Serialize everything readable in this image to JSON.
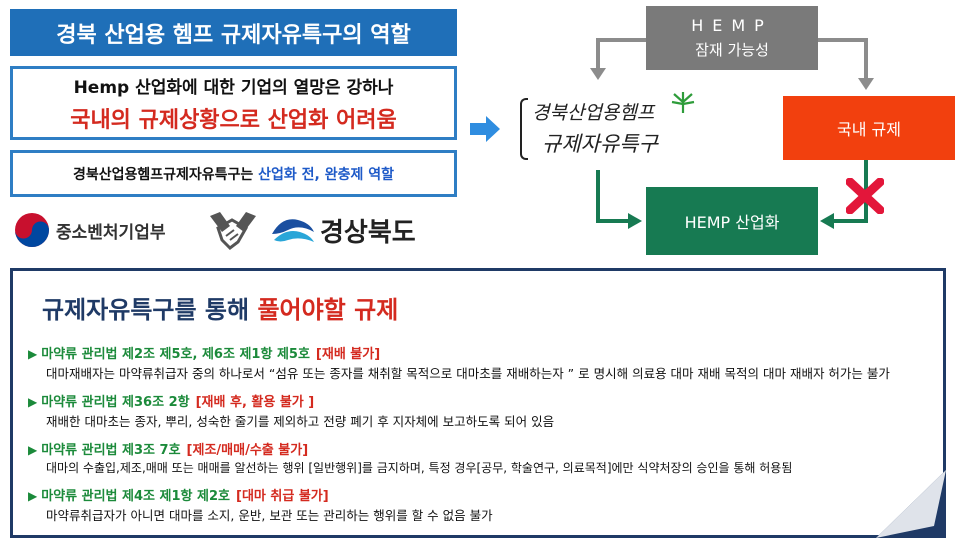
{
  "title": "경북 산업용 헴프 규제자유특구의 역할",
  "box1": {
    "line1": "Hemp 산업화에 대한 기업의 열망은 강하나",
    "line2": "국내의 규제상황으로 산업화 어려움"
  },
  "box2": {
    "prefix": "경북산업용헴프규제자유특구는 ",
    "highlight": "산업화 전, 완충제 역할"
  },
  "logos": {
    "ministry": "중소벤처기업부",
    "province": "경상북도"
  },
  "diagram": {
    "hemp_top_line1": "HEMP",
    "hemp_top_line2": "잠재 가능성",
    "zone_logo_line1": "경북산업용헴프",
    "zone_logo_line2": "규제자유특구",
    "domestic_reg": "국내 규제",
    "hemp_industrialization": "HEMP 산업화"
  },
  "regulations": {
    "heading_part1": "규제자유특구를 통해 ",
    "heading_part2": "풀어야할 규제",
    "items": [
      {
        "law": "마약류 관리법 제2조 제5호, 제6조 제1항 제5호",
        "tag": "[재배 불가]",
        "desc": "대마재배자는 마약류취급자 중의 하나로서 “섬유 또는 종자를 채취할 목적으로 대마초를 재배하는자 ” 로 명시해 의료용 대마 재배 목적의 대마 재배자 허가는 불가"
      },
      {
        "law": "마약류 관리법 제36조 2항",
        "tag": "[재배 후, 활용 불가 ]",
        "desc": "재배한 대마초는 종자, 뿌리, 성숙한 줄기를 제외하고 전량 폐기 후 지자체에 보고하도록 되어 있음"
      },
      {
        "law": "마약류 관리법 제3조 7호",
        "tag": "[제조/매매/수출 불가]",
        "desc": "대마의 수출입,제조,매매 또는 매매를 알선하는 행위 [일반행위]를 금지하며, 특정 경우[공무, 학술연구, 의료목적]에만 식약처장의 승인을 통해 허용됨"
      },
      {
        "law": "마약류 관리법 제4조 제1항 제2호",
        "tag": "[대마 취급 불가]",
        "desc": "마약류취급자가 아니면 대마를 소지, 운반, 보관 또는 관리하는 행위를 할 수 없음 불가"
      }
    ]
  },
  "colors": {
    "title_bg": "#1f6fb8",
    "accent_red": "#d42a1f",
    "hemp_gray": "#7a7a7a",
    "domestic_orange": "#f2400e",
    "industrial_green": "#177a52",
    "law_green": "#1b8a3a"
  },
  "icons": [
    "taegeuk-icon",
    "handshake-icon",
    "gyeongbuk-logo-icon",
    "blue-arrow-icon",
    "red-x-icon",
    "hemp-leaf-icon"
  ]
}
